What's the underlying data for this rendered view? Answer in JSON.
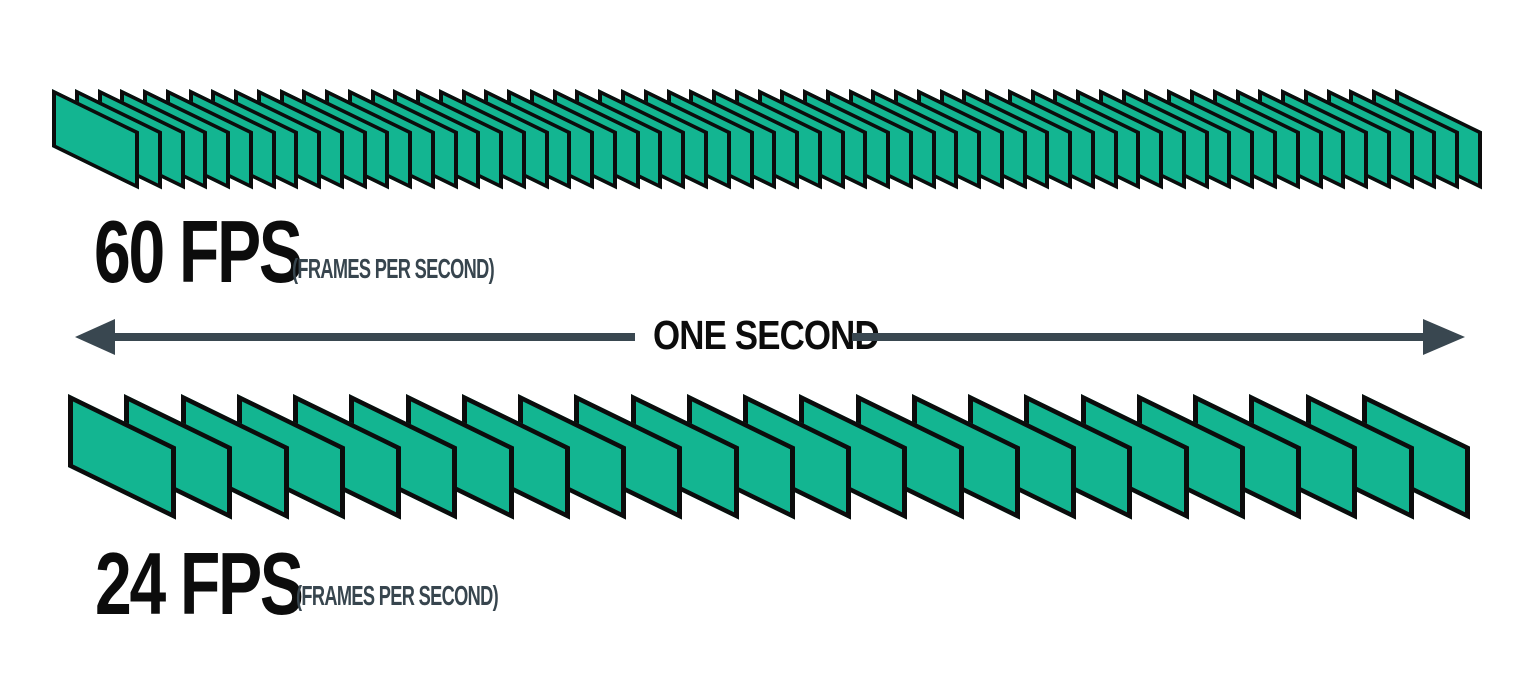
{
  "rows": [
    {
      "id": "60fps",
      "label": "60 FPS",
      "sublabel": "(FRAMES PER SECOND)",
      "frame_count": 60
    },
    {
      "id": "24fps",
      "label": "24 FPS",
      "sublabel": "(FRAMES PER SECOND)",
      "frame_count": 24
    }
  ],
  "arrow": {
    "label": "ONE SECOND"
  },
  "colors": {
    "frame_fill": "#13b591",
    "frame_border": "#0c0c0c",
    "arrow": "#394750",
    "label": "#0c0c0c",
    "sublabel": "#37454e",
    "background": "#ffffff"
  }
}
